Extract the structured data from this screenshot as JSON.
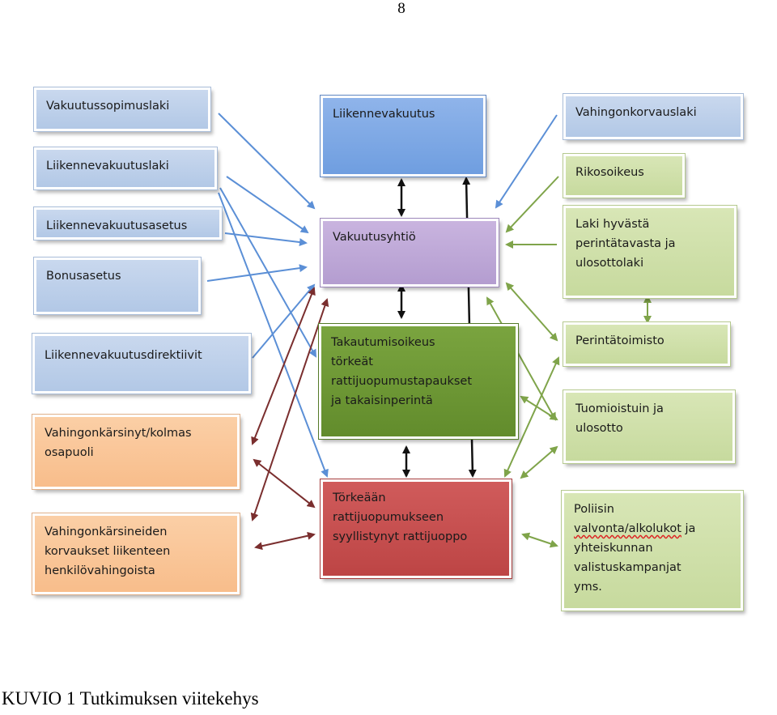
{
  "page_number": "8",
  "caption": "KUVIO 1 Tutkimuksen viitekehys",
  "left_boxes": {
    "vakuutussopimuslaki": "Vakuutussopimuslaki",
    "liikennevakuutuslaki": "Liikennevakuutuslaki",
    "liikennevakuutusasetus": "Liikennevakuutusasetus",
    "bonusasetus": "Bonusasetus",
    "liikennevakuutusdirektiivit": "Liikennevakuutusdirektiivit",
    "vahingonkarsinyt": "Vahingonkärsinyt/kolmas\nosapuoli",
    "korvaukset": "Vahingonkärsineiden\nkorvaukset liikenteen\nhenkilövahingoista"
  },
  "center_boxes": {
    "liikennevakuutus": "Liikennevakuutus",
    "vakuutusyhtio": "Vakuutusyhtiö",
    "takautumisoikeus": "Takautumisoikeus\ntörkeät\nrattijuopumustapaukset\nja takaisinperintä",
    "torkeaan": "Törkeään\nrattijuopumukseen\nsyyllistynyt rattijuoppo"
  },
  "right_boxes": {
    "vahingonkorvauslaki": "Vahingonkorvauslaki",
    "rikosoikeus": "Rikosoikeus",
    "laki_hyvasta": "Laki hyvästä\nperintätavasta ja\nulosottolaki",
    "perintatoimisto": "Perintätoimisto",
    "tuomioistuin": "Tuomioistuin ja\nulosotto",
    "poliisin_line1": "Poliisin",
    "poliisin_underlined": "valvonta/alkolukot",
    "poliisin_rest": " ja\nyhteiskunnan\nvalistuskampanjat\nyms."
  },
  "colors": {
    "blue_arrow": "#5b8fd6",
    "green_arrow": "#7fa44a",
    "maroon_arrow": "#7a2e2e",
    "black_arrow": "#111111"
  }
}
